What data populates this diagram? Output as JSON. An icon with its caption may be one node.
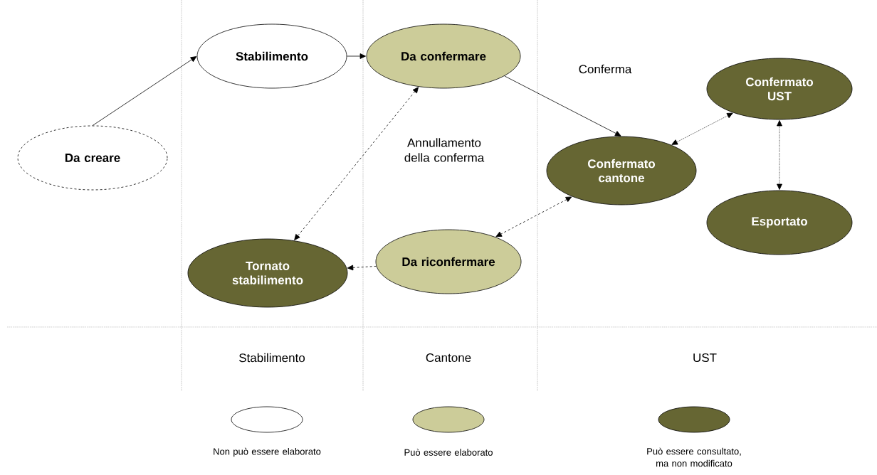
{
  "diagram": {
    "nodes": [
      {
        "text": [
          "Da creare"
        ]
      },
      {
        "text": [
          "Stabilimento"
        ]
      },
      {
        "text": [
          "Da confermare"
        ]
      },
      {
        "text": [
          "Confermato cantone"
        ]
      },
      {
        "text": [
          "Confermato UST"
        ]
      },
      {
        "text": [
          "Esportato"
        ]
      },
      {
        "text": [
          "Tornato stabilimento"
        ]
      },
      {
        "text": [
          "Da riconfermare"
        ]
      }
    ],
    "edges": [
      {
        "from": 0,
        "to": 1,
        "arrow": "to"
      },
      {
        "from": 1,
        "to": 2,
        "arrow": "to"
      },
      {
        "from": 2,
        "to": 3,
        "arrow": "to",
        "label": "Conferma"
      },
      {
        "from": 6,
        "to": 2,
        "arrow": "both",
        "style": "dashed",
        "label": "Annullamento della conferma"
      },
      {
        "from": 7,
        "to": 6,
        "arrow": "to",
        "style": "dashed"
      },
      {
        "from": 3,
        "to": 7,
        "arrow": "both",
        "style": "dashed"
      },
      {
        "from": 3,
        "to": 4,
        "arrow": "both",
        "style": "dashed"
      },
      {
        "from": 4,
        "to": 5,
        "arrow": "both",
        "style": "dashed"
      }
    ],
    "labels": [
      "Stabilimento",
      "Cantone",
      "UST"
    ],
    "legend": [
      {
        "text": "Non può essere elaborato"
      },
      {
        "text": "Può essere elaborato",
        "color": "#cccc99"
      },
      {
        "text": "Può essere consultato, ma non modificato",
        "color": "#666633"
      }
    ]
  }
}
